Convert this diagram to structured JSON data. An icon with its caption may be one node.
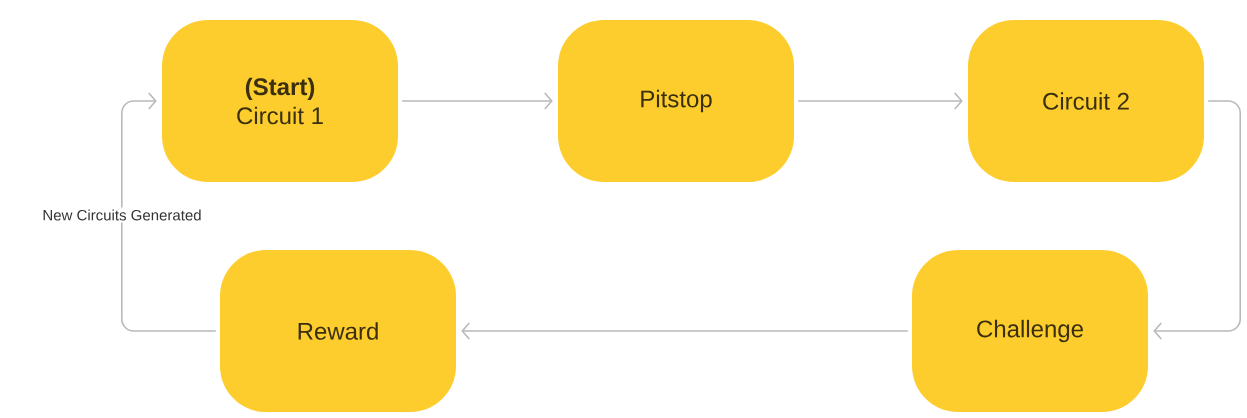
{
  "diagram": {
    "nodes": [
      {
        "text": [
          "(Start)",
          "Circuit 1"
        ]
      },
      {
        "text": [
          "Pitstop"
        ]
      },
      {
        "text": [
          "Circuit 2"
        ]
      },
      {
        "text": [
          "Challenge"
        ]
      },
      {
        "text": [
          "Reward"
        ]
      }
    ],
    "edges": [
      {
        "from": 0,
        "to": 1,
        "arrow": "to"
      },
      {
        "from": 1,
        "to": 2,
        "arrow": "to"
      },
      {
        "from": 2,
        "to": 3,
        "arrow": "to"
      },
      {
        "from": 3,
        "to": 4,
        "arrow": "to"
      },
      {
        "from": 4,
        "to": 0,
        "arrow": "to",
        "label": "New Circuits Generated"
      }
    ]
  }
}
